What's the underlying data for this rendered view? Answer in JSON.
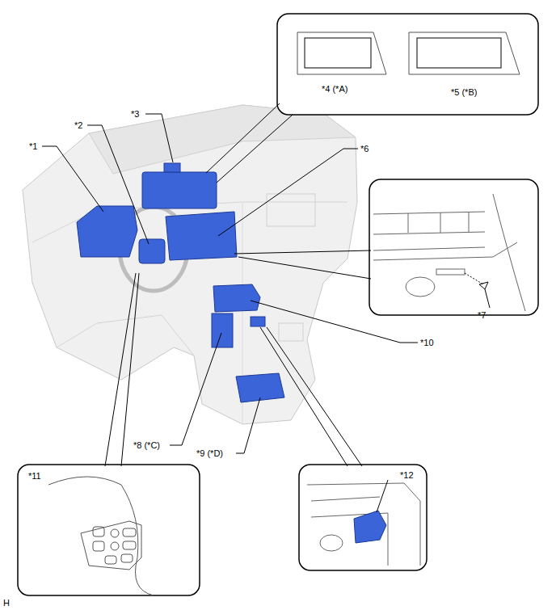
{
  "diagram": {
    "labels": [
      "*1",
      "*2",
      "*3",
      "*4 (*A)",
      "*5 (*B)",
      "*6",
      "*7",
      "*10",
      "*8 (*C)",
      "*9 (*D)",
      "*11",
      "*12",
      "H"
    ]
  }
}
